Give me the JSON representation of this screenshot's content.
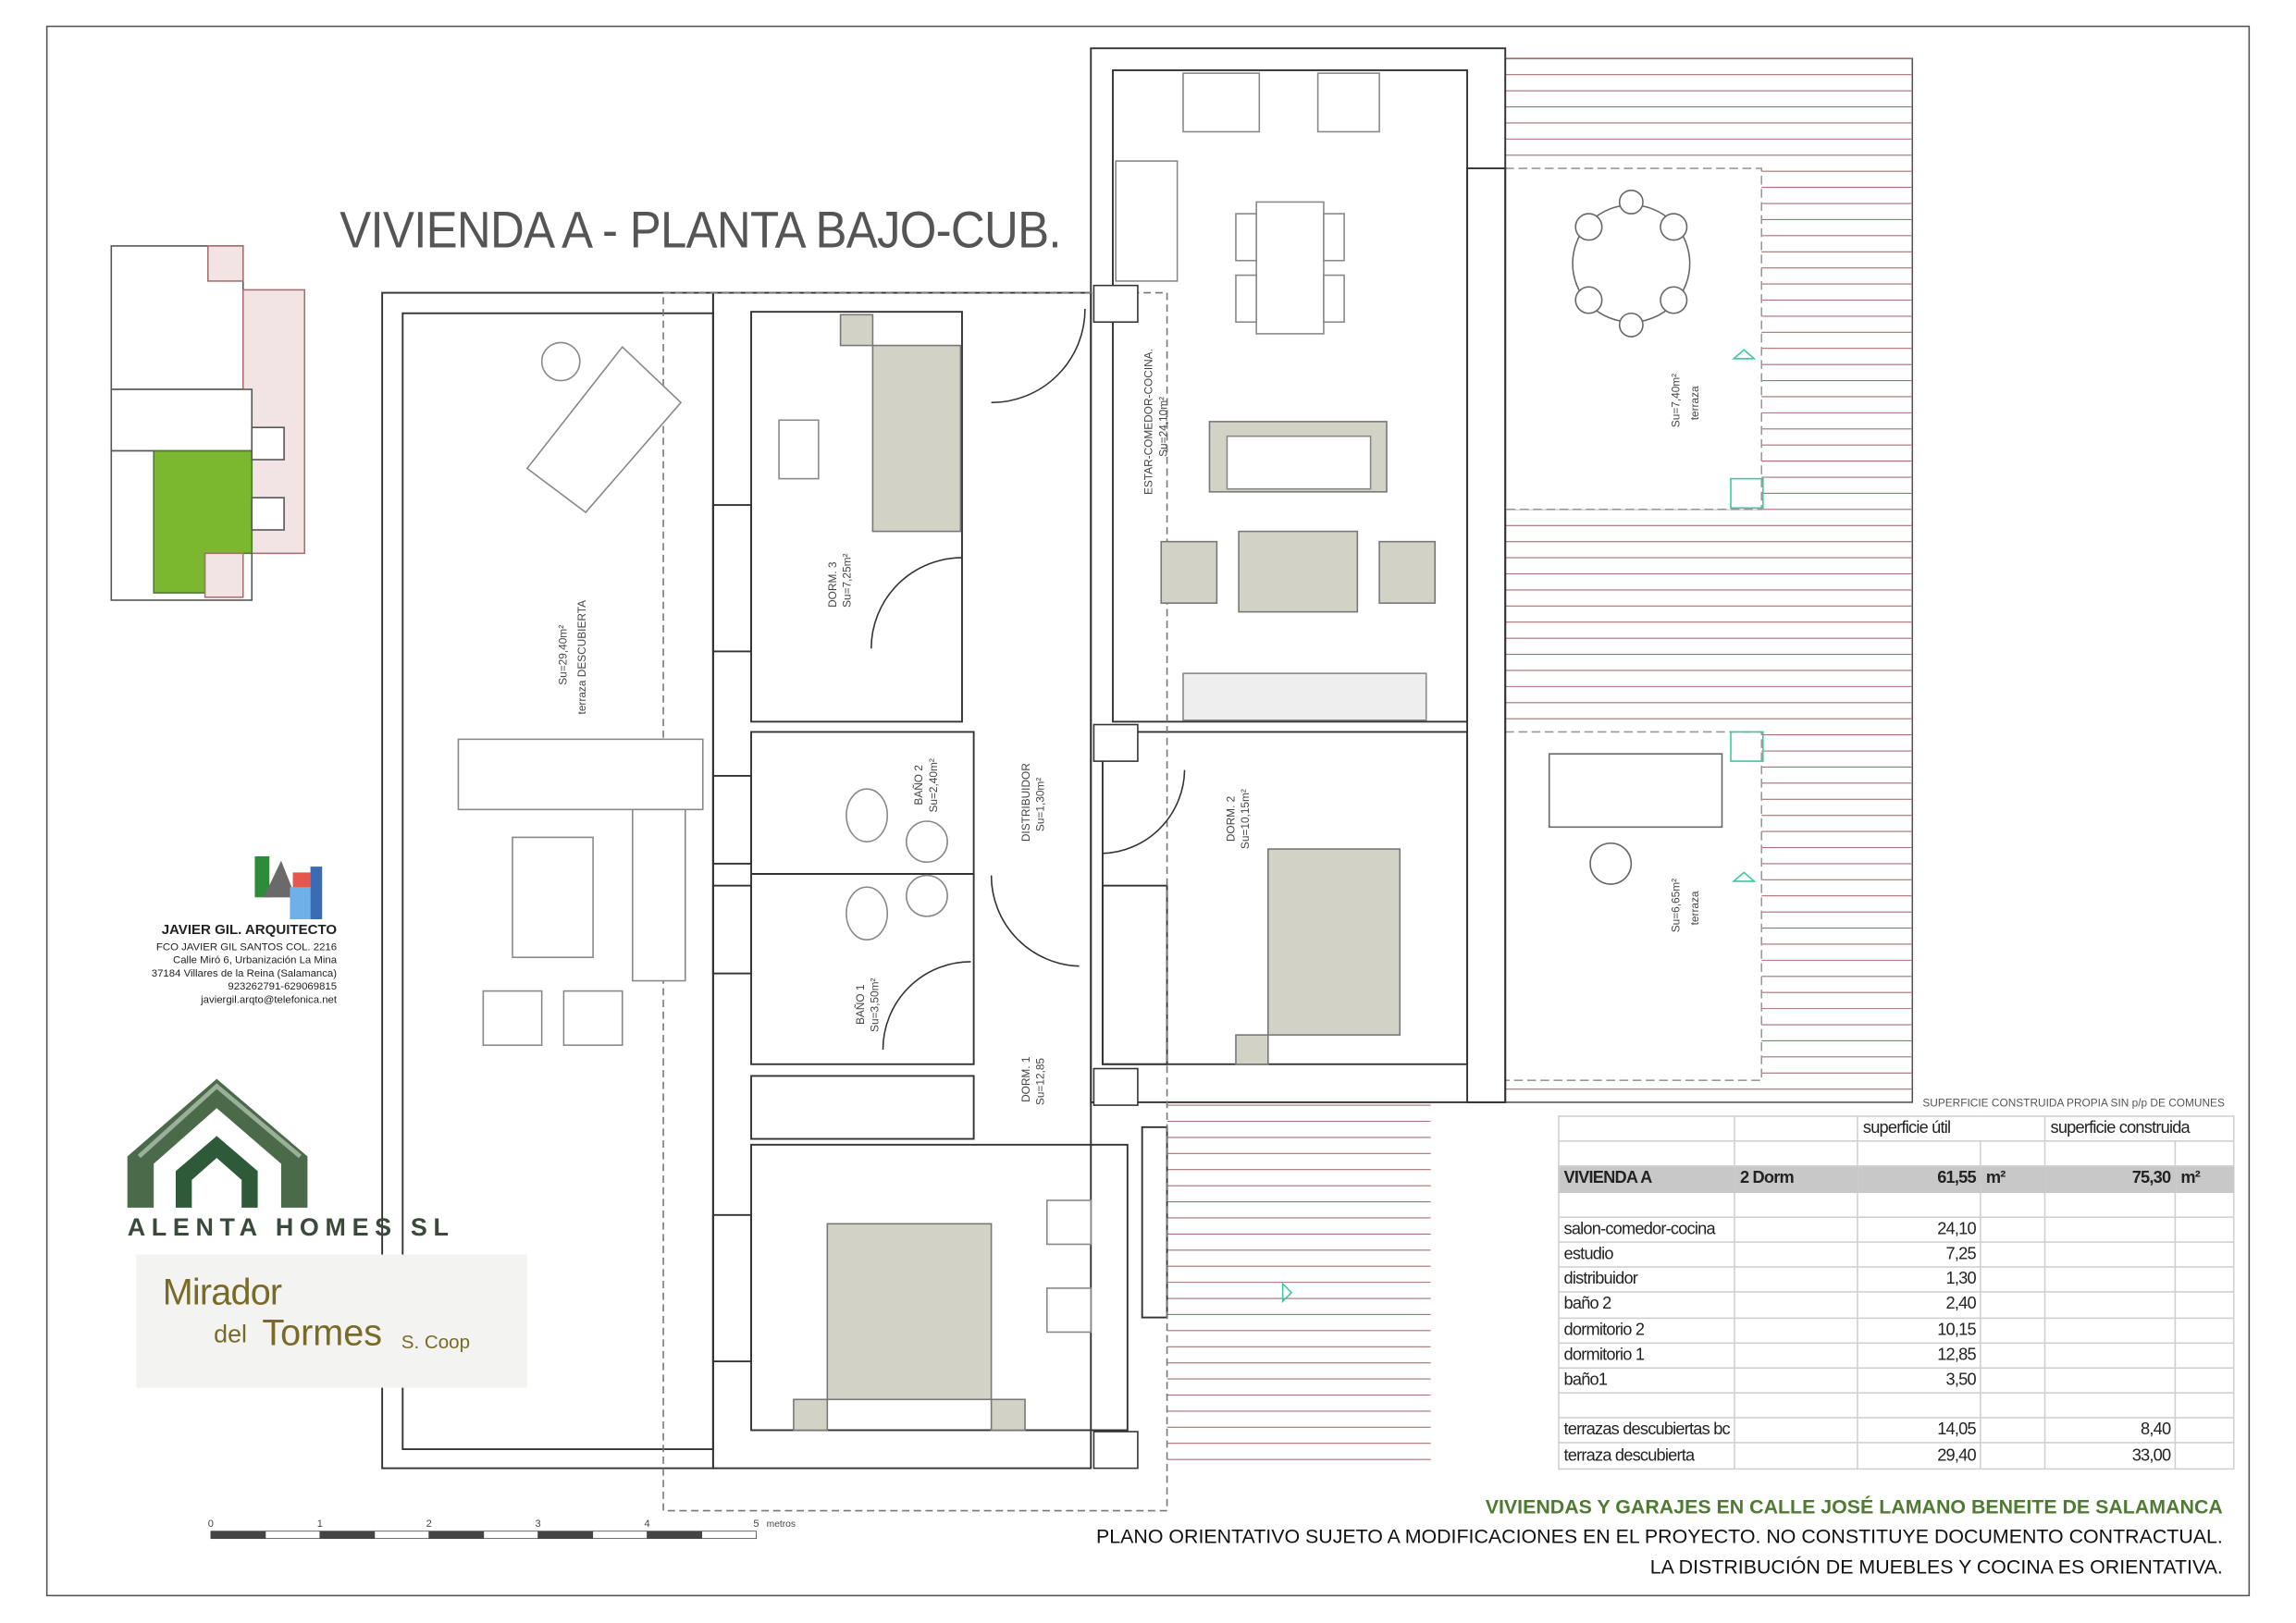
{
  "title": "VIVIENDA A - PLANTA BAJO-CUB.",
  "rooms": {
    "estar": {
      "name": "ESTAR-COMEDOR-COCINA.",
      "area": "Su=24,10m²"
    },
    "dorm3": {
      "name": "DORM. 3",
      "area": "Su=7,25m²"
    },
    "bano2": {
      "name": "BAÑO 2",
      "area": "Su=2,40m²"
    },
    "distribuidor": {
      "name": "DISTRIBUIDOR",
      "area": "Su=1,30m²"
    },
    "dorm2": {
      "name": "DORM. 2",
      "area": "Su=10,15m²"
    },
    "bano1": {
      "name": "BAÑO 1",
      "area": "Su=3,50m²"
    },
    "dorm1": {
      "name": "DORM. 1",
      "area": "Su=12,85"
    },
    "terraza_desc": {
      "name": "terraza DESCUBIERTA",
      "area": "Su=29,40m²"
    },
    "terraza1": {
      "name": "terraza",
      "area": "Su=7,40m²"
    },
    "terraza2": {
      "name": "terraza",
      "area": "Su=6,65m²"
    }
  },
  "architect": {
    "logo_text": "javier gil arquitecto",
    "name": "JAVIER GIL. ARQUITECTO",
    "lines": [
      "FCO JAVIER GIL SANTOS COL. 2216",
      "Calle Miró 6, Urbanización La Mina",
      "37184 Villares de la Reina (Salamanca)",
      "923262791-629069815",
      "javiergil.arqto@telefonica.net"
    ]
  },
  "promoter": {
    "name": "ALENTA HOMES SL"
  },
  "cooperative": {
    "line1": "Mirador",
    "line2": "del",
    "line3": "Tormes",
    "line4": "S. Coop"
  },
  "scale": {
    "ticks": [
      "0",
      "1",
      "2",
      "3",
      "4",
      "5"
    ],
    "unit": "metros"
  },
  "surface_table": {
    "note": "SUPERFICIE CONSTRUIDA PROPIA SIN p/p DE COMUNES",
    "header": {
      "util": "superficie útil",
      "construida": "superficie construida"
    },
    "total": {
      "label": "VIVIENDA A",
      "type": "2 Dorm",
      "util": "61,55",
      "construida": "75,30",
      "unit": "m²"
    },
    "rows": [
      {
        "label": "salon-comedor-cocina",
        "util": "24,10",
        "construida": ""
      },
      {
        "label": "estudio",
        "util": "7,25",
        "construida": ""
      },
      {
        "label": "distribuidor",
        "util": "1,30",
        "construida": ""
      },
      {
        "label": "baño 2",
        "util": "2,40",
        "construida": ""
      },
      {
        "label": "dormitorio 2",
        "util": "10,15",
        "construida": ""
      },
      {
        "label": "dormitorio 1",
        "util": "12,85",
        "construida": ""
      },
      {
        "label": "baño1",
        "util": "3,50",
        "construida": ""
      }
    ],
    "terraces": [
      {
        "label": "terrazas descubiertas bc",
        "util": "14,05",
        "construida": "8,40"
      },
      {
        "label": "terraza descubierta",
        "util": "29,40",
        "construida": "33,00"
      }
    ]
  },
  "footer": {
    "project": "VIVIENDAS Y GARAJES EN CALLE JOSÉ LAMANO BENEITE DE SALAMANCA",
    "disclaimer1": "PLANO ORIENTATIVO SUJETO A MODIFICACIONES EN EL PROYECTO. NO CONSTITUYE DOCUMENTO CONTRACTUAL.",
    "disclaimer2": "LA DISTRIBUCIÓN DE MUEBLES Y COCINA ES ORIENTATIVA."
  },
  "colors": {
    "furniture": "#d2d3c6",
    "deck": "#a87070",
    "highlight": "#7cb82f",
    "accent_green": "#4e7a32"
  }
}
